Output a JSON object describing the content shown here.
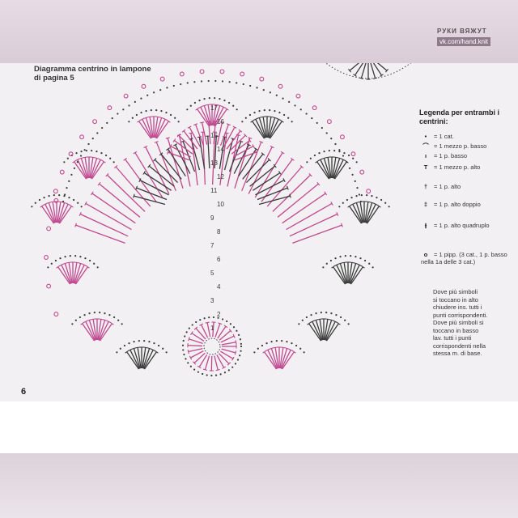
{
  "watermark": {
    "brand": "РУКИ ВЯЖУТ",
    "link": "vk.com/hand.knit"
  },
  "title_lines": [
    "Diagramma centrino in lampone",
    "di pagina 5"
  ],
  "legend": {
    "title_lines": [
      "Legenda per entrambi i",
      "centrini:"
    ],
    "items": [
      {
        "symbol": "•",
        "text": "= 1 cat."
      },
      {
        "symbol": "⌒",
        "text": "= 1 mezzo p. basso"
      },
      {
        "symbol": "ı",
        "text": "= 1 p. basso"
      },
      {
        "symbol": "T",
        "text": "= 1 mezzo p. alto"
      },
      {
        "symbol": "†",
        "text": "= 1 p. alto"
      },
      {
        "symbol": "‡",
        "text": "= 1 p. alto doppio"
      },
      {
        "symbol": "⫲",
        "text": "= 1 p. alto quadruplo"
      },
      {
        "symbol": "o",
        "text": "= 1 pipp. (3 cat., 1 p. basso nella 1a delle 3 cat.)"
      }
    ],
    "note_lines": [
      "Dove più simboli",
      "si toccano in alto",
      "chiudere ins. tutti i",
      "punti corrispondenti.",
      "Dove più simboli si",
      "toccano in basso",
      "lav. tutti i punti",
      "corrispondenti nella",
      "stessa m. di base."
    ]
  },
  "page_number": "6",
  "round_labels": [
    "1",
    "2",
    "3",
    "4",
    "5",
    "6",
    "7",
    "8",
    "9",
    "10",
    "11",
    "12",
    "13",
    "14",
    "15",
    "16",
    "17"
  ],
  "colors": {
    "pink": "#c0488f",
    "dark": "#3a3a3a",
    "paper": "#f2f0f2"
  }
}
